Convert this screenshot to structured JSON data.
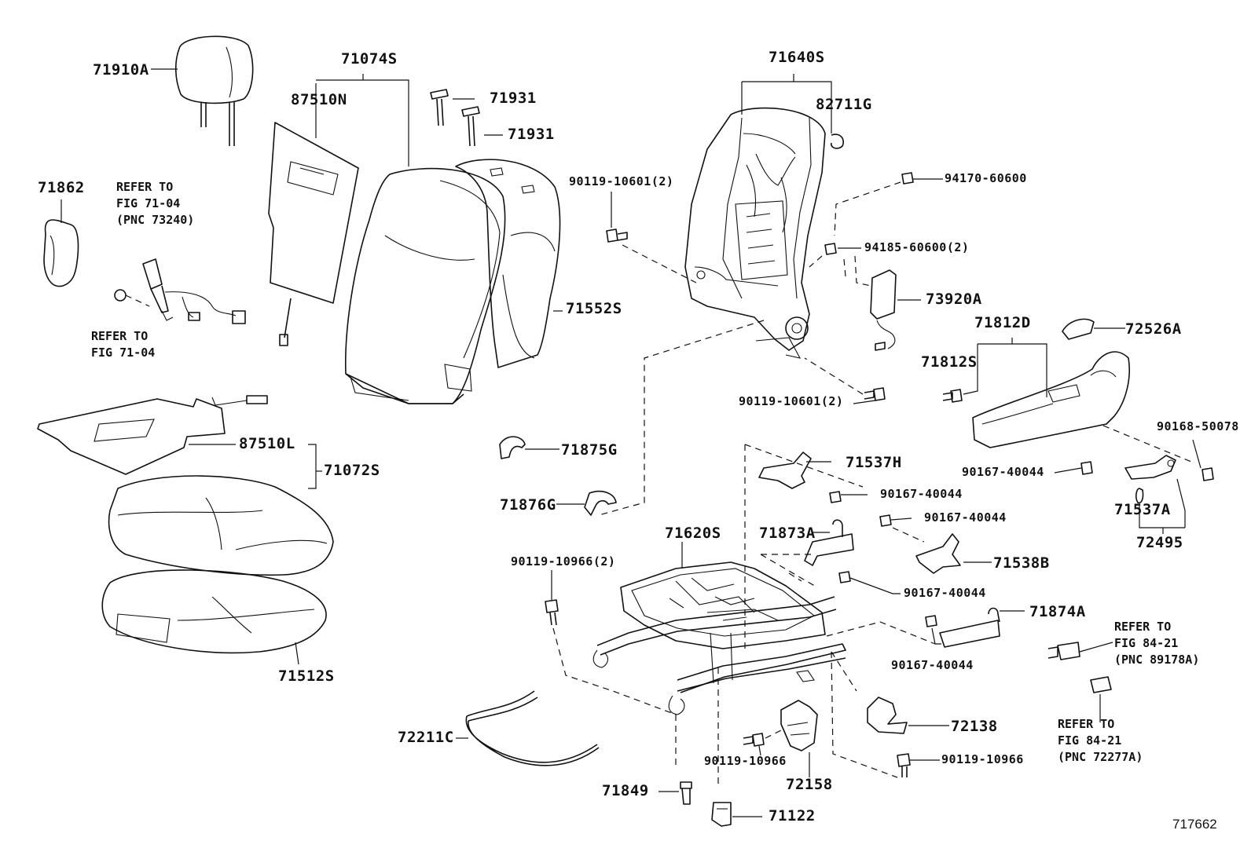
{
  "diagram_id": "717662",
  "labels": {
    "p71910A": "71910A",
    "p71074S": "71074S",
    "p87510N": "87510N",
    "p71931a": "71931",
    "p71931b": "71931",
    "p71862": "71862",
    "p71552S": "71552S",
    "p87510L": "87510L",
    "p71072S": "71072S",
    "p71512S": "71512S",
    "p71640S": "71640S",
    "p82711G": "82711G",
    "p90119_10601a": "90119-10601(2)",
    "p94170_60600": "94170-60600",
    "p94185_60600": "94185-60600(2)",
    "p73920A": "73920A",
    "p90119_10601b": "90119-10601(2)",
    "p71812D": "71812D",
    "p71812S": "71812S",
    "p72526A": "72526A",
    "p90168_50078": "90168-50078",
    "p90167_40044a": "90167-40044",
    "p71537A": "71537A",
    "p72495": "72495",
    "p71875G": "71875G",
    "p71876G": "71876G",
    "p71537H": "71537H",
    "p90167_40044b": "90167-40044",
    "p90167_40044c": "90167-40044",
    "p71620S": "71620S",
    "p71873A": "71873A",
    "p71538B": "71538B",
    "p90119_10966a": "90119-10966(2)",
    "p90167_40044d": "90167-40044",
    "p71874A": "71874A",
    "p90167_40044e": "90167-40044",
    "p72211C": "72211C",
    "p72138": "72138",
    "p90119_10966b": "90119-10966",
    "p90119_10966c": "90119-10966",
    "p72158": "72158",
    "p71849": "71849",
    "p71122": "71122"
  },
  "notes": {
    "refer_7104_top": [
      "REFER TO",
      "FIG 71-04",
      "(PNC 73240)"
    ],
    "refer_7104_bottom": [
      "REFER TO",
      "FIG 71-04"
    ],
    "refer_8421_top": [
      "REFER TO",
      "FIG 84-21",
      "(PNC 89178A)"
    ],
    "refer_8421_bottom": [
      "REFER TO",
      "FIG 84-21",
      "(PNC 72277A)"
    ]
  }
}
